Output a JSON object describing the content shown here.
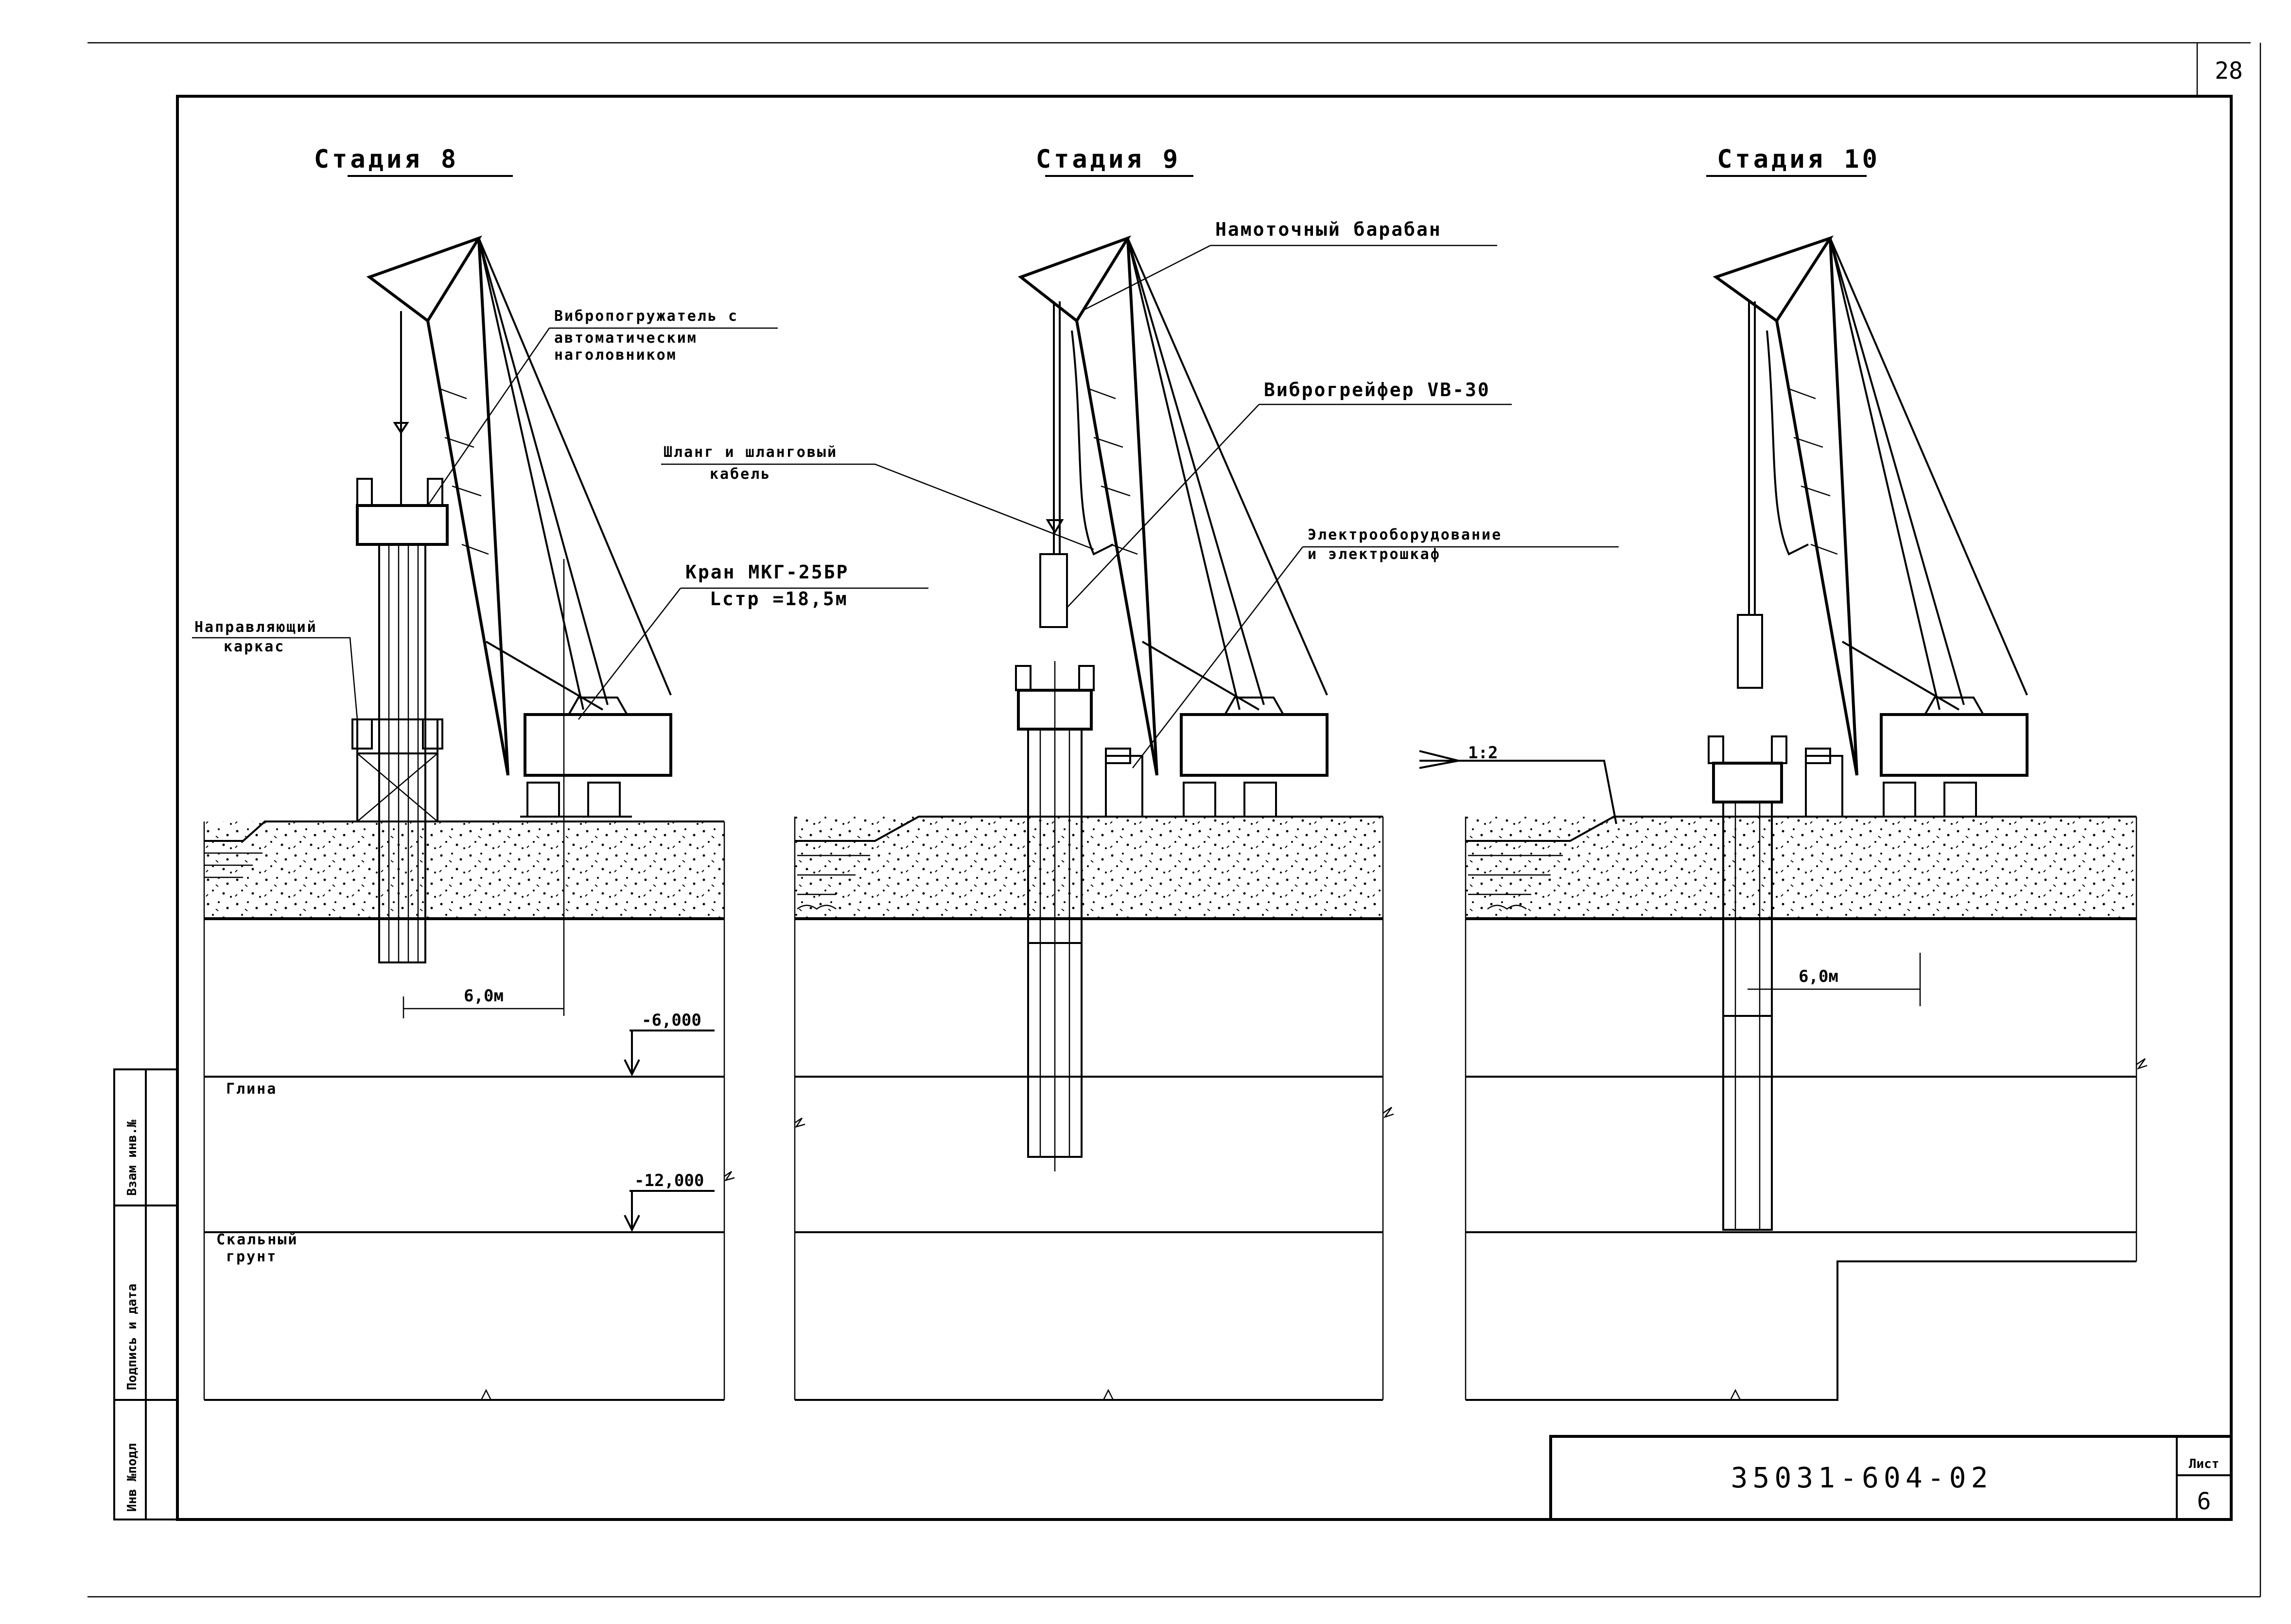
{
  "sheet": {
    "page_number": "28",
    "document_code": "35031-604-02",
    "list_label": "Лист",
    "list_number": "6"
  },
  "side_stamp": {
    "field_1": "Инв №подл",
    "field_2": "Подпись и дата",
    "field_3": "Взам инв.№"
  },
  "stages": [
    {
      "title": "Стадия 8"
    },
    {
      "title": "Стадия 9"
    },
    {
      "title": "Стадия 10"
    }
  ],
  "labels": {
    "vibrodriver_1": "Вибропогружатель с",
    "vibrodriver_2": "автоматическим",
    "vibrodriver_3": "наголовником",
    "guide_frame_1": "Направляющий",
    "guide_frame_2": "каркас",
    "crane_1": "Кран МКГ-25БР",
    "crane_2": "Lстр =18,5м",
    "clay": "Глина",
    "rock_1": "Скальный",
    "rock_2": "грунт",
    "reel": "Намоточный барабан",
    "grab": "Виброгрейфер VB-30",
    "hose_1": "Шланг и шланговый",
    "hose_2": "кабель",
    "electro_1": "Электрооборудование",
    "electro_2": "и электрошкаф",
    "slope": "1:2"
  },
  "dimensions": {
    "dist_stage8": "6,0м",
    "dist_stage10": "6,0м",
    "level_1": "-6,000",
    "level_2": "-12,000"
  }
}
